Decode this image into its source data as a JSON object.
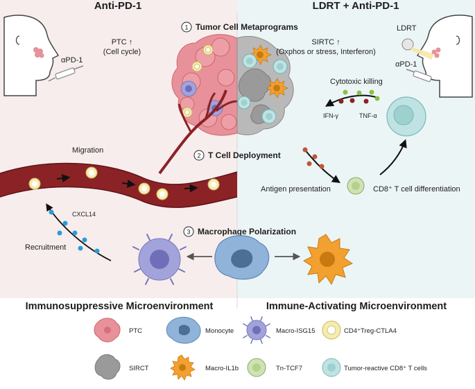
{
  "headers": {
    "left": "Anti-PD-1",
    "right": "LDRT + Anti-PD-1"
  },
  "sections": {
    "s1": {
      "num": "1",
      "title": "Tumor Cell Metaprograms"
    },
    "s2": {
      "num": "2",
      "title": "T Cell Deployment"
    },
    "s3": {
      "num": "3",
      "title": "Macrophage Polarization"
    }
  },
  "left_panel": {
    "drug_label": "αPD-1",
    "ptc_line1": "PTC ↑",
    "ptc_line2": "(Cell cycle)",
    "migration": "Migration",
    "cxcl14": "CXCL14",
    "recruitment": "Recruitment",
    "environment": "Immunosuppressive Microenvironment"
  },
  "right_panel": {
    "ldrt_label": "LDRT",
    "drug_label": "αPD-1",
    "sirtc_line1": "SIRTC ↑",
    "sirtc_line2": "(Oxphos or stress, Interferon)",
    "cytotoxic": "Cytotoxic killing",
    "ifng": "IFN-γ",
    "tnfa": "TNF-α",
    "antigen": "Antigen presentation",
    "cd8_diff": "CD8⁺ T cell differentiation",
    "environment": "Immune-Activating Microenvironment"
  },
  "legend": [
    {
      "label": "PTC",
      "icon": "ptc-cell-icon"
    },
    {
      "label": "Monocyte",
      "icon": "monocyte-icon"
    },
    {
      "label": "Macro-ISG15",
      "icon": "macro-isg15-icon"
    },
    {
      "label": "CD4⁺Treg-CTLA4",
      "icon": "cd4-treg-icon"
    },
    {
      "label": "SIRCT",
      "icon": "sirct-cell-icon"
    },
    {
      "label": "Macro-IL1b",
      "icon": "macro-il1b-icon"
    },
    {
      "label": "Tn-TCF7",
      "icon": "tn-tcf7-icon"
    },
    {
      "label": "Tumor-reactive CD8⁺ T cells",
      "icon": "tumor-reactive-cd8-icon"
    }
  ],
  "colors": {
    "left_bg": "#f7eded",
    "right_bg": "#ecf5f6",
    "vessel": "#8b2226",
    "tumor_pink": "#e8919a",
    "sirct_gray": "#9a9a9a",
    "isg15_purple": "#a3a3dc",
    "il1b_orange": "#f2a030",
    "monocyte_blue": "#8fb3d9",
    "treg_yellow": "#f5ecb0",
    "tn_green": "#cfe3b2",
    "cd8_teal": "#bfe2e2",
    "cxcl14_dot": "#2b9bd8"
  }
}
